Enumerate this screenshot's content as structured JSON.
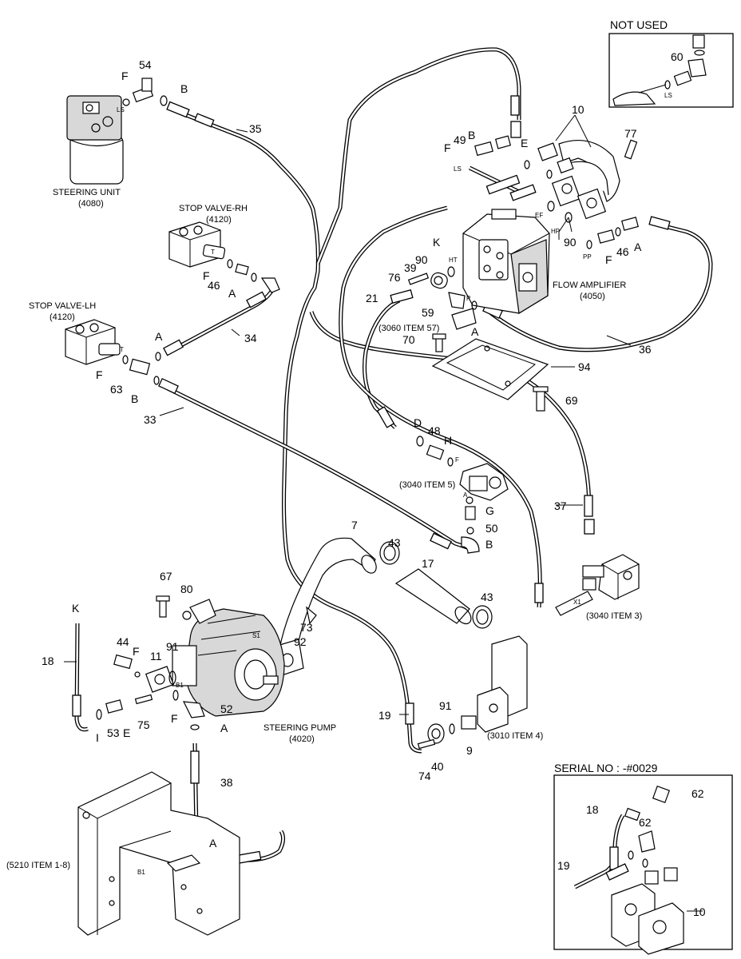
{
  "title_not_used": "NOT USED",
  "title_serial": "SERIAL NO : -#0029",
  "components": {
    "steering_unit": {
      "name": "STEERING UNIT",
      "ref": "(4080)"
    },
    "stop_valve_rh": {
      "name": "STOP VALVE-RH",
      "ref": "(4120)"
    },
    "stop_valve_lh": {
      "name": "STOP VALVE-LH",
      "ref": "(4120)"
    },
    "flow_amplifier": {
      "name": "FLOW AMPLIFIER",
      "ref": "(4050)"
    },
    "steering_pump": {
      "name": "STEERING PUMP",
      "ref": "(4020)"
    }
  },
  "references": {
    "r3060": "(3060 ITEM 57)",
    "r3040_5": "(3040 ITEM 5)",
    "r3040_3": "(3040 ITEM 3)",
    "r3010": "(3010 ITEM 4)",
    "r5210": "(5210 ITEM 1-8)"
  },
  "part_numbers": {
    "p54": "54",
    "p35": "35",
    "p34": "34",
    "p33": "33",
    "p46a": "46",
    "p46b": "46",
    "p63": "63",
    "p10a": "10",
    "p10b": "10",
    "p77": "77",
    "p49": "49",
    "p90a": "90",
    "p90b": "90",
    "p39": "39",
    "p76": "76",
    "p21": "21",
    "p59": "59",
    "p70": "70",
    "p36": "36",
    "p94": "94",
    "p69": "69",
    "p48": "48",
    "p37": "37",
    "p50": "50",
    "p7": "7",
    "p43a": "43",
    "p43b": "43",
    "p17": "17",
    "p67": "67",
    "p80": "80",
    "p73": "73",
    "p92": "92",
    "p18a": "18",
    "p18b": "18",
    "p44": "44",
    "p11": "11",
    "p91a": "91",
    "p91b": "91",
    "p52": "52",
    "p53": "53",
    "p75": "75",
    "p19a": "19",
    "p19b": "19",
    "p74": "74",
    "p40": "40",
    "p9": "9",
    "p38": "38",
    "p60": "60",
    "p62a": "62",
    "p62b": "62"
  },
  "port_letters": {
    "F1": "F",
    "B1": "B",
    "F2": "F",
    "A1": "A",
    "A2": "A",
    "F3": "F",
    "B2": "B",
    "F4": "F",
    "B3": "B",
    "E1": "E",
    "K1": "K",
    "F5": "F",
    "A3": "A",
    "A4": "A",
    "D1": "D",
    "H1": "H",
    "G1": "G",
    "B4": "B",
    "K2": "K",
    "F6": "F",
    "E2": "E",
    "I1": "I",
    "F7": "F",
    "A5": "A",
    "A6": "A"
  },
  "small_marks": {
    "ls1": "LS",
    "ls2": "LS",
    "ls3": "LS",
    "t1": "T",
    "t2": "T",
    "ef": "EF",
    "hp": "HP",
    "pp": "PP",
    "ht": "HT",
    "p": "P",
    "fsm": "F",
    "asm": "A",
    "x1": "X1",
    "s1": "S1",
    "b1a": "B1",
    "b1b": "B1"
  }
}
